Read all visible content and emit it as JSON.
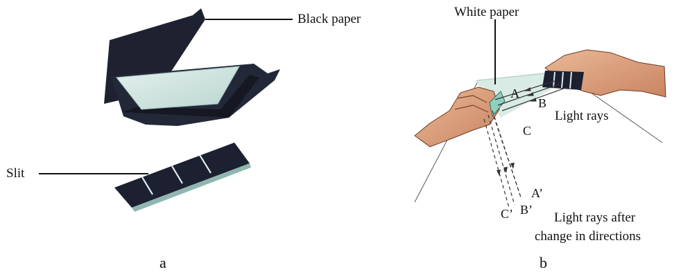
{
  "panel_a": {
    "caption": "a",
    "label_black_paper": "Black paper",
    "label_slit": "Slit"
  },
  "panel_b": {
    "caption": "b",
    "label_white_paper": "White paper",
    "label_light_rays": "Light rays",
    "label_after_1": "Light rays after",
    "label_after_2": "change in directions",
    "ray_labels": [
      "A",
      "B",
      "C"
    ],
    "reflected_labels": [
      "A’",
      "B’",
      "C’"
    ]
  },
  "colors": {
    "black_paper": "#1e2230",
    "white_sheet": "#d7e7e4",
    "skin": "#e3a882",
    "line": "#111111"
  }
}
